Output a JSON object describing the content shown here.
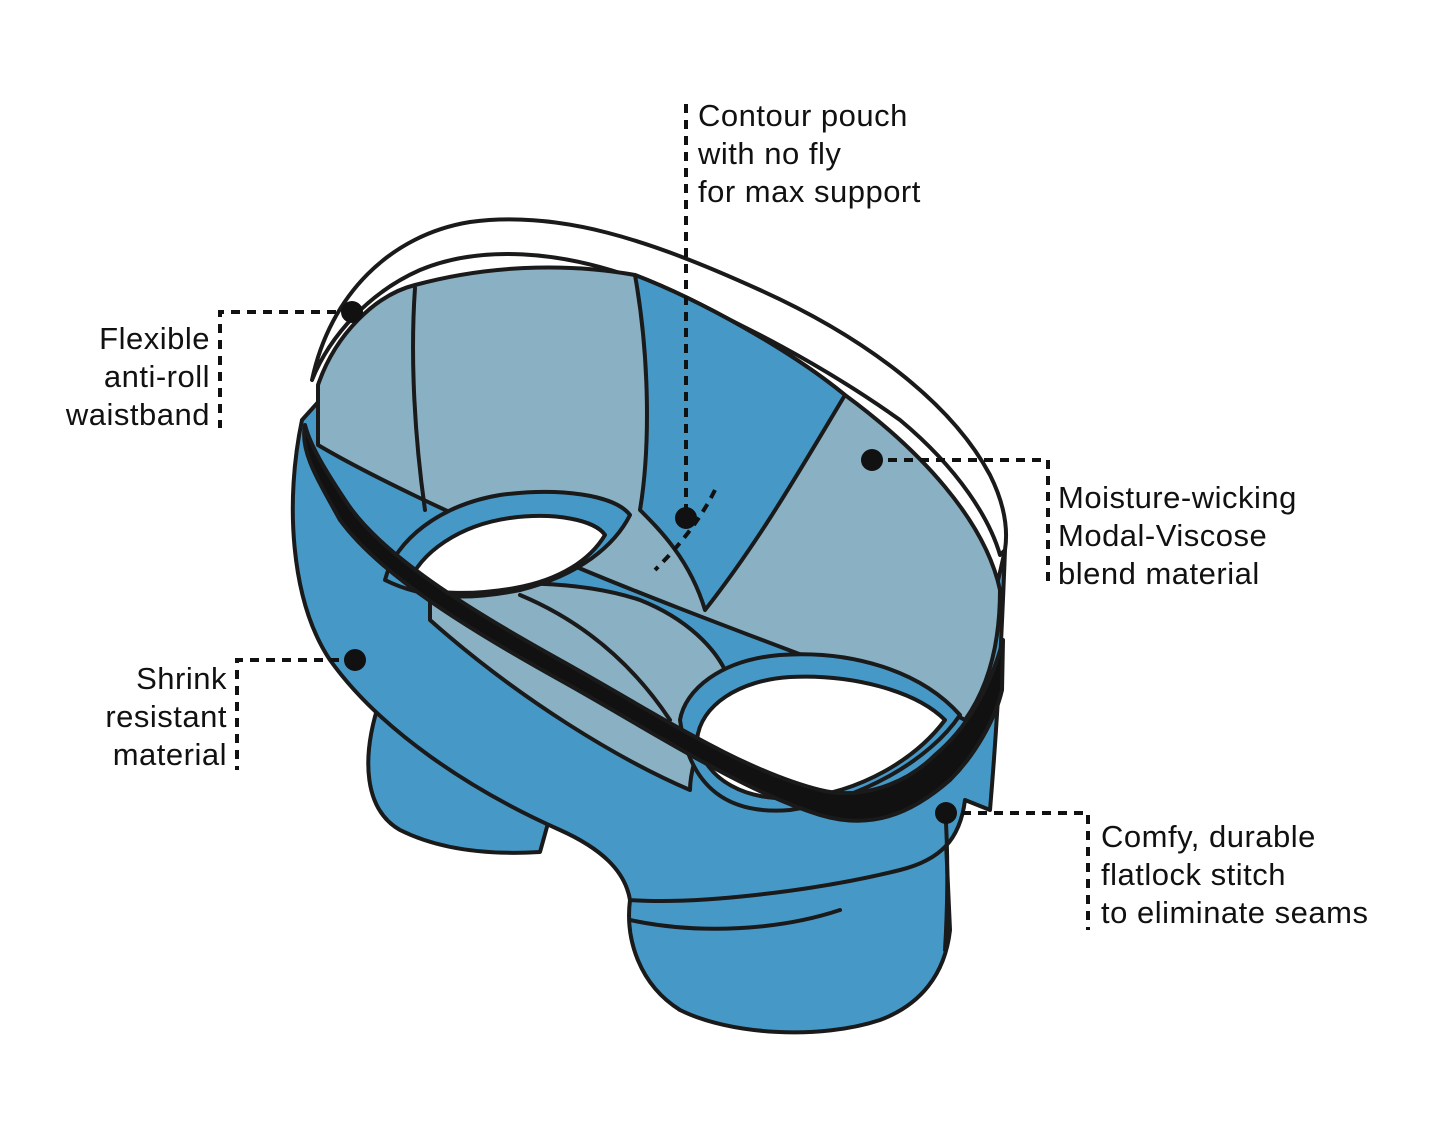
{
  "colors": {
    "fabric_dark": "#4699c7",
    "fabric_light": "#8ab1c3",
    "waistband": "#111111",
    "outline": "#1a1a1a",
    "background": "#ffffff"
  },
  "callouts": [
    {
      "id": "contour-pouch",
      "lines": [
        "Contour pouch",
        "with no fly",
        "for max support"
      ]
    },
    {
      "id": "waistband",
      "lines": [
        "Flexible",
        "anti-roll",
        "waistband"
      ]
    },
    {
      "id": "moisture",
      "lines": [
        "Moisture-wicking",
        "Modal-Viscose",
        "blend material"
      ]
    },
    {
      "id": "shrink",
      "lines": [
        "Shrink",
        "resistant",
        "material"
      ]
    },
    {
      "id": "flatlock",
      "lines": [
        "Comfy, durable",
        "flatlock stitch",
        "to eliminate seams"
      ]
    }
  ]
}
